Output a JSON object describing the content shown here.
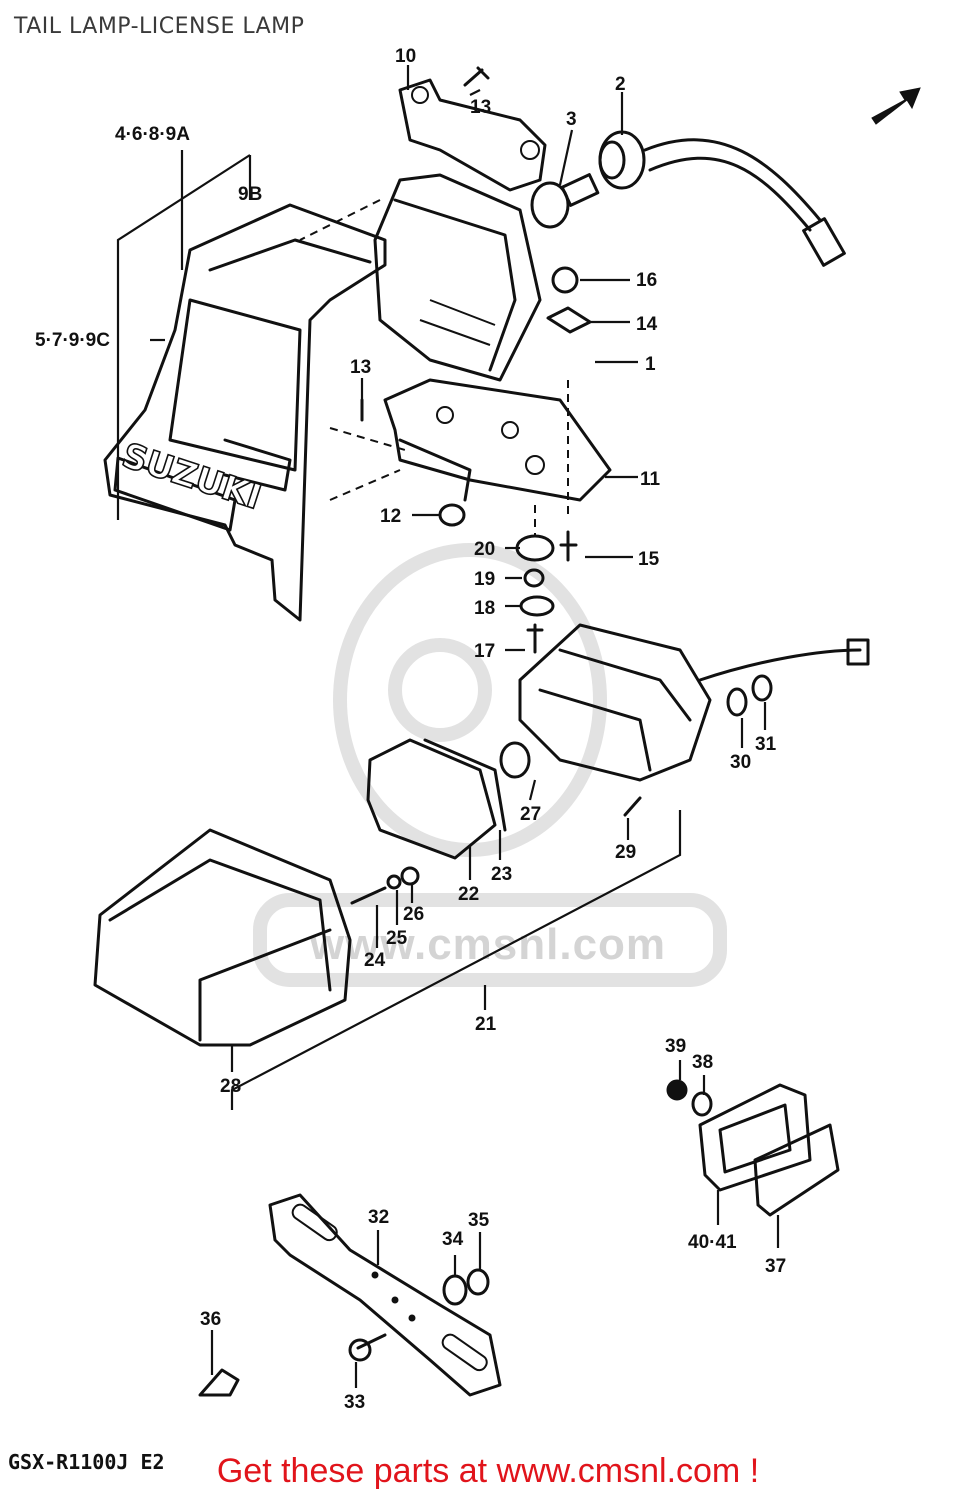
{
  "title": "TAIL LAMP-LICENSE LAMP",
  "model_code": "GSX-R1100J E2",
  "footer_cta": "Get these parts at www.cmsnl.com !",
  "watermark_text": "www.cmsnl.com",
  "cta_color": "#e1141b",
  "brand_badge": "SUZUKI",
  "callouts": {
    "c1": "1",
    "c2": "2",
    "c3": "3",
    "c10": "10",
    "c11": "11",
    "c12": "12",
    "c13a": "13",
    "c13b": "13",
    "c14": "14",
    "c15": "15",
    "c16": "16",
    "c17": "17",
    "c18": "18",
    "c19": "19",
    "c20": "20",
    "c21": "21",
    "c22": "22",
    "c23": "23",
    "c24": "24",
    "c25": "25",
    "c26": "26",
    "c27": "27",
    "c28": "28",
    "c29": "29",
    "c30": "30",
    "c31": "31",
    "c32": "32",
    "c33": "33",
    "c34": "34",
    "c35": "35",
    "c36": "36",
    "c37": "37",
    "c38": "38",
    "c39": "39",
    "c4041": "40·41",
    "c4689a": "4·6·8·9A",
    "c579c": "5·7·9·9C",
    "c9b": "9B"
  },
  "icons": {
    "arrow": "direction-arrow-icon"
  }
}
